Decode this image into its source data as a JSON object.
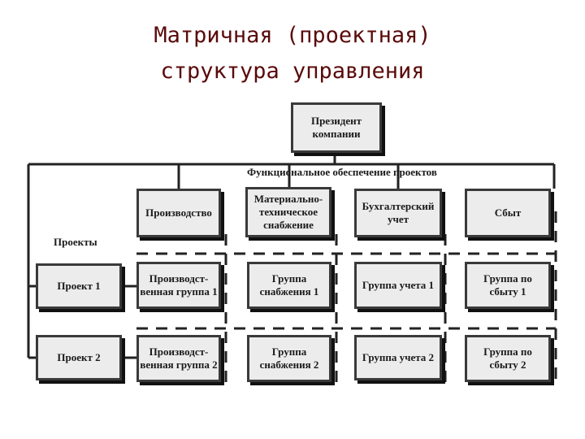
{
  "title": {
    "line1": "Матричная (проектная)",
    "line2": "структура управления"
  },
  "president": "Президент\nкомпании",
  "functional_label": "Функциональное обеспечение проектов",
  "projects_label": "Проекты",
  "functions": [
    "Производство",
    "Материально-\nтехническое\nснабжение",
    "Бухгалтерский\nучет",
    "Сбыт"
  ],
  "projects": [
    "Проект 1",
    "Проект 2"
  ],
  "groups": [
    [
      "Производст-\nвенная группа 1",
      "Группа\nснабжения 1",
      "Группа учета 1",
      "Группа по\nсбыту 1"
    ],
    [
      "Производст-\nвенная группа 2",
      "Группа\nснабжения 2",
      "Группа учета 2",
      "Группа по\nсбыту 2"
    ]
  ]
}
